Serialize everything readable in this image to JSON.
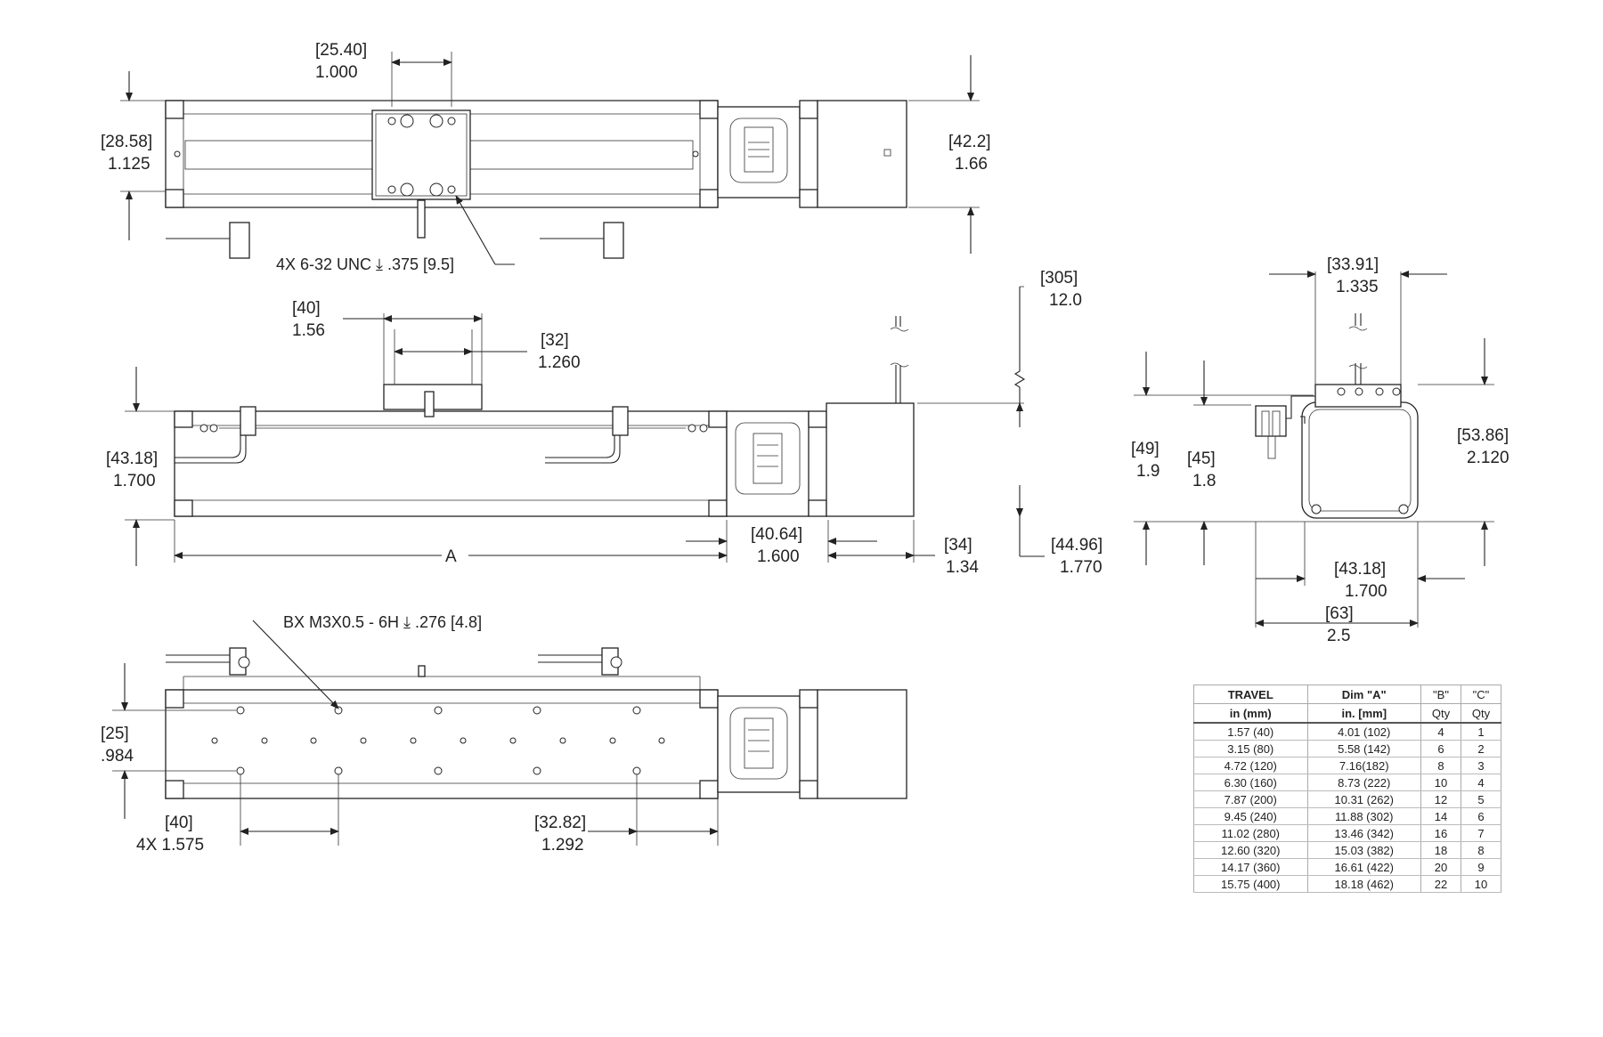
{
  "top_view": {
    "dim_width_mm": "[25.40]",
    "dim_width_in": "1.000",
    "dim_left_mm": "[28.58]",
    "dim_left_in": "1.125",
    "dim_right_mm": "[42.2]",
    "dim_right_in": "1.66",
    "thread_note": "4X 6-32 UNC  ⤓ .375 [9.5]"
  },
  "side_view": {
    "dim_40_mm": "[40]",
    "dim_40_in": "1.56",
    "dim_32_mm": "[32]",
    "dim_32_in": "1.260",
    "dim_305_mm": "[305]",
    "dim_305_in": "12.0",
    "dim_height_mm": "[43.18]",
    "dim_height_in": "1.700",
    "dim_a_label": "A",
    "dim_4064_mm": "[40.64]",
    "dim_4064_in": "1.600",
    "dim_34_mm": "[34]",
    "dim_34_in": "1.34",
    "dim_4496_mm": "[44.96]",
    "dim_4496_in": "1.770"
  },
  "end_view": {
    "dim_3391_mm": "[33.91]",
    "dim_3391_in": "1.335",
    "dim_49_mm": "[49]",
    "dim_49_in": "1.9",
    "dim_45_mm": "[45]",
    "dim_45_in": "1.8",
    "dim_5386_mm": "[53.86]",
    "dim_5386_in": "2.120",
    "dim_4318_mm": "[43.18]",
    "dim_4318_in": "1.700",
    "dim_63_mm": "[63]",
    "dim_63_in": "2.5"
  },
  "bottom_view": {
    "thread_note": "BX M3X0.5  - 6H ⤓ .276  [4.8]",
    "dim_25_mm": "[25]",
    "dim_25_in": ".984",
    "dim_40_mm": "[40]",
    "dim_40_in": "4X 1.575",
    "dim_3282_mm": "[32.82]",
    "dim_3282_in": "1.292"
  },
  "table": {
    "headers_top": [
      "TRAVEL",
      "Dim \"A\"",
      "\"B\"",
      "\"C\""
    ],
    "headers_sub": [
      "in (mm)",
      "in. [mm]",
      "Qty",
      "Qty"
    ],
    "rows": [
      [
        "1.57 (40)",
        "4.01 (102)",
        "4",
        "1"
      ],
      [
        "3.15 (80)",
        "5.58 (142)",
        "6",
        "2"
      ],
      [
        "4.72 (120)",
        "7.16(182)",
        "8",
        "3"
      ],
      [
        "6.30 (160)",
        "8.73 (222)",
        "10",
        "4"
      ],
      [
        "7.87 (200)",
        "10.31 (262)",
        "12",
        "5"
      ],
      [
        "9.45 (240)",
        "11.88 (302)",
        "14",
        "6"
      ],
      [
        "11.02 (280)",
        "13.46 (342)",
        "16",
        "7"
      ],
      [
        "12.60 (320)",
        "15.03 (382)",
        "18",
        "8"
      ],
      [
        "14.17 (360)",
        "16.61 (422)",
        "20",
        "9"
      ],
      [
        "15.75 (400)",
        "18.18 (462)",
        "22",
        "10"
      ]
    ]
  }
}
